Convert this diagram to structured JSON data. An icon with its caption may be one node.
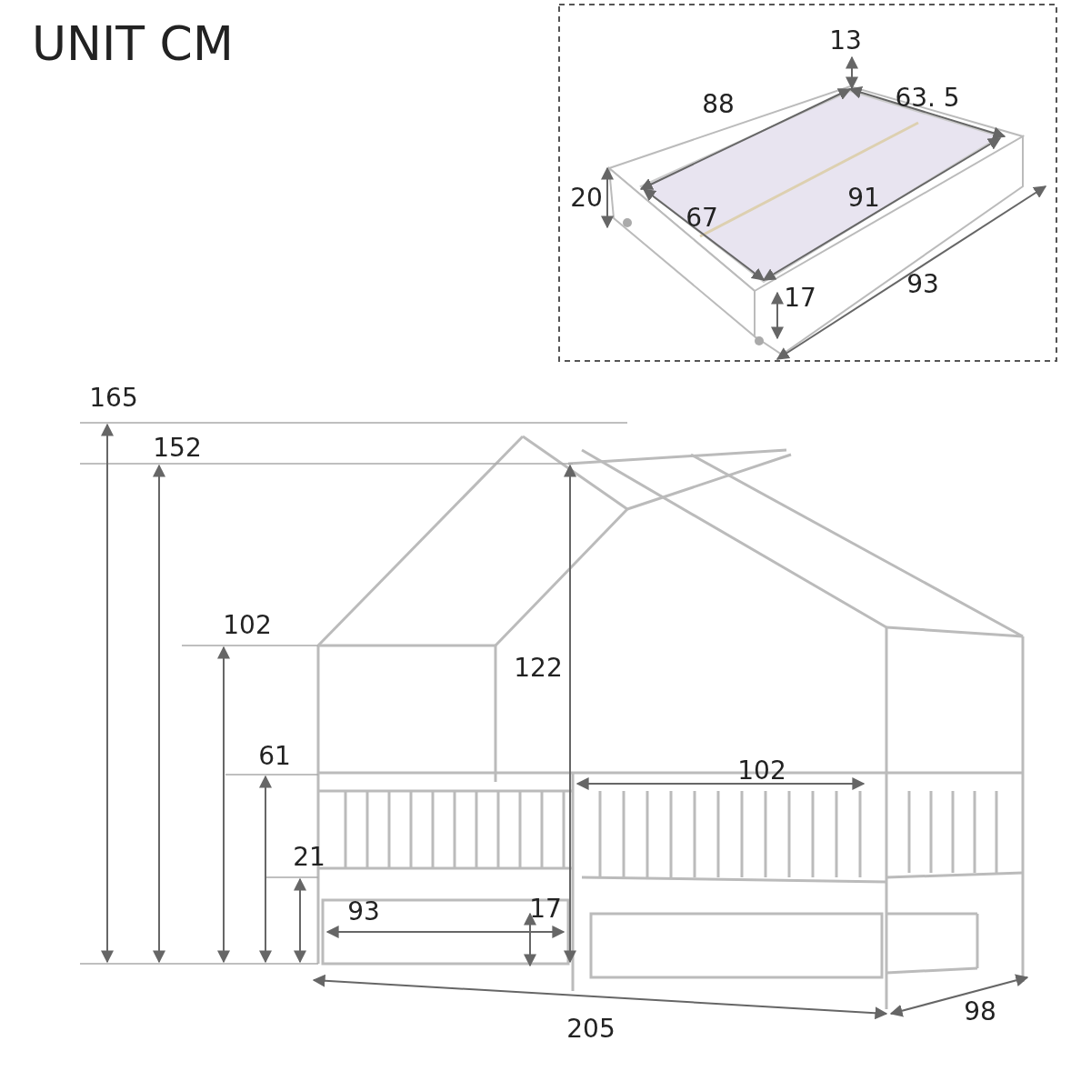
{
  "diagram": {
    "title": "UNIT CM",
    "labels": [
      "13",
      "88",
      "63. 5",
      "20",
      "67",
      "91",
      "93",
      "17",
      "165",
      "152",
      "102",
      "122",
      "61",
      "102",
      "21",
      "93",
      "17",
      "205",
      "98"
    ]
  }
}
